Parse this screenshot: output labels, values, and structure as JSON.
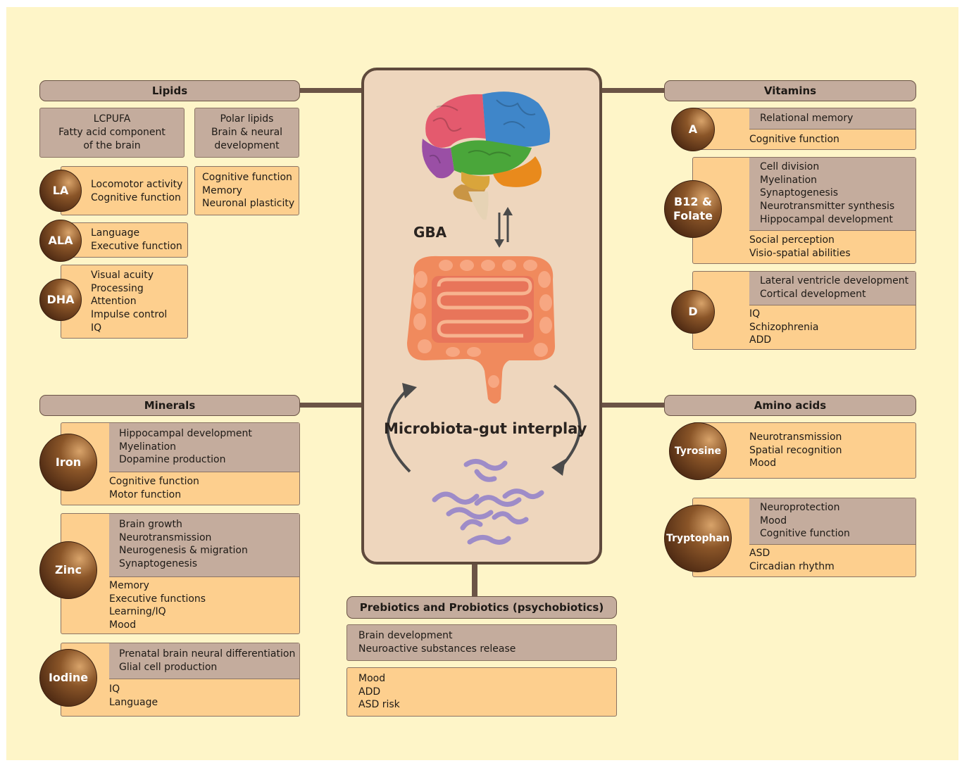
{
  "center": {
    "gba_label": "GBA",
    "interplay_label": "Microbiota-gut interplay"
  },
  "lipids": {
    "title": "Lipids",
    "lcpufa": {
      "name": "LCPUFA",
      "desc": [
        "Fatty acid component",
        "of the brain"
      ]
    },
    "polar": {
      "name": "Polar lipids",
      "desc": [
        "Brain & neural",
        "development"
      ]
    },
    "polar_effects": [
      "Cognitive function",
      "Memory",
      "Neuronal plasticity"
    ],
    "items": [
      {
        "label": "LA",
        "effects": [
          "Locomotor activity",
          "Cognitive function"
        ]
      },
      {
        "label": "ALA",
        "effects": [
          "Language",
          "Executive function"
        ]
      },
      {
        "label": "DHA",
        "effects": [
          "Visual acuity",
          "Processing",
          "Attention",
          "Impulse control",
          "IQ"
        ]
      }
    ]
  },
  "vitamins": {
    "title": "Vitamins",
    "items": [
      {
        "label": "A",
        "upper": [
          "Relational memory"
        ],
        "lower": [
          "Cognitive function"
        ]
      },
      {
        "label": "B12 & Folate",
        "label_lines": [
          "B12 &",
          "Folate"
        ],
        "upper": [
          "Cell division",
          "Myelination",
          "Synaptogenesis",
          "Neurotransmitter synthesis",
          "Hippocampal development"
        ],
        "lower": [
          "Social perception",
          "Visio-spatial abilities"
        ]
      },
      {
        "label": "D",
        "upper": [
          "Lateral ventricle development",
          "Cortical development"
        ],
        "lower": [
          "IQ",
          "Schizophrenia",
          "ADD"
        ]
      }
    ]
  },
  "minerals": {
    "title": "Minerals",
    "items": [
      {
        "label": "Iron",
        "upper": [
          "Hippocampal development",
          "Myelination",
          "Dopamine production"
        ],
        "lower": [
          "Cognitive function",
          "Motor function"
        ]
      },
      {
        "label": "Zinc",
        "upper": [
          "Brain growth",
          "Neurotransmission",
          "Neurogenesis & migration",
          "Synaptogenesis"
        ],
        "lower": [
          "Memory",
          "Executive functions",
          "Learning/IQ",
          "Mood"
        ]
      },
      {
        "label": "Iodine",
        "upper": [
          "Prenatal brain neural differentiation",
          "Glial cell production"
        ],
        "lower": [
          "IQ",
          "Language"
        ]
      }
    ]
  },
  "amino_acids": {
    "title": "Amino acids",
    "items": [
      {
        "label": "Tyrosine",
        "upper": [],
        "lower": [
          "Neurotransmission",
          "Spatial recognition",
          "Mood"
        ]
      },
      {
        "label": "Tryptophan",
        "upper": [
          "Neuroprotection",
          "Mood",
          "Cognitive function"
        ],
        "lower": [
          "ASD",
          "Circadian rhythm"
        ]
      }
    ]
  },
  "biotics": {
    "title": "Prebiotics and Probiotics (psychobiotics)",
    "upper": [
      "Brain development",
      "Neuroactive substances release"
    ],
    "lower": [
      "Mood",
      "ADD",
      "ASD risk"
    ]
  },
  "colors": {
    "background": "#fef5c8",
    "header": "#c4ac9d",
    "card": "#fdcf8e",
    "border": "#6b5446"
  }
}
